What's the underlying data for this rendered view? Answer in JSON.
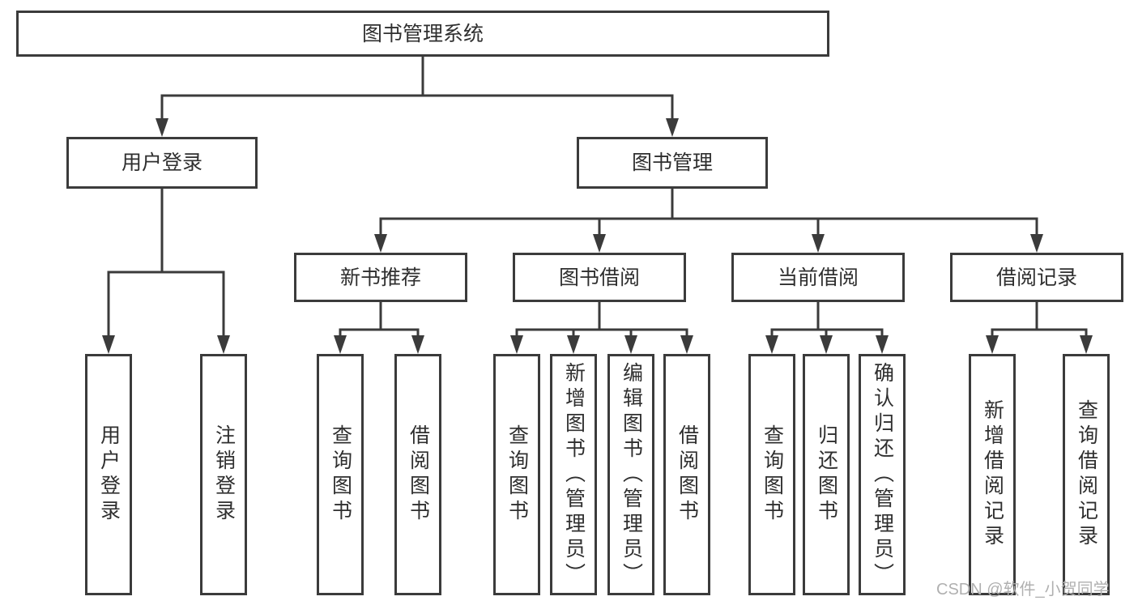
{
  "colors": {
    "line": "#3b3b3b",
    "text": "#2f2f2f",
    "watermark": "#b0b0b0",
    "background": "#ffffff"
  },
  "nodes": {
    "root": "图书管理系统",
    "user_login": "用户登录",
    "book_mgmt": "图书管理",
    "new_books": "新书推荐",
    "book_borrow": "图书借阅",
    "current_borrow": "当前借阅",
    "borrow_records": "借阅记录",
    "leaf_user_login": "用户登录",
    "leaf_logout": "注销登录",
    "leaf_nb_query": "查询图书",
    "leaf_nb_borrow": "借阅图书",
    "leaf_bb_query": "查询图书",
    "leaf_bb_add": "新增图书（管理员）",
    "leaf_bb_edit": "编辑图书（管理员）",
    "leaf_bb_borrow": "借阅图书",
    "leaf_cb_query": "查询图书",
    "leaf_cb_return": "归还图书",
    "leaf_cb_confirm": "确认归还（管理员）",
    "leaf_br_add": "新增借阅记录",
    "leaf_br_query": "查询借阅记录"
  },
  "watermark": "CSDN @软件_小贺同学"
}
